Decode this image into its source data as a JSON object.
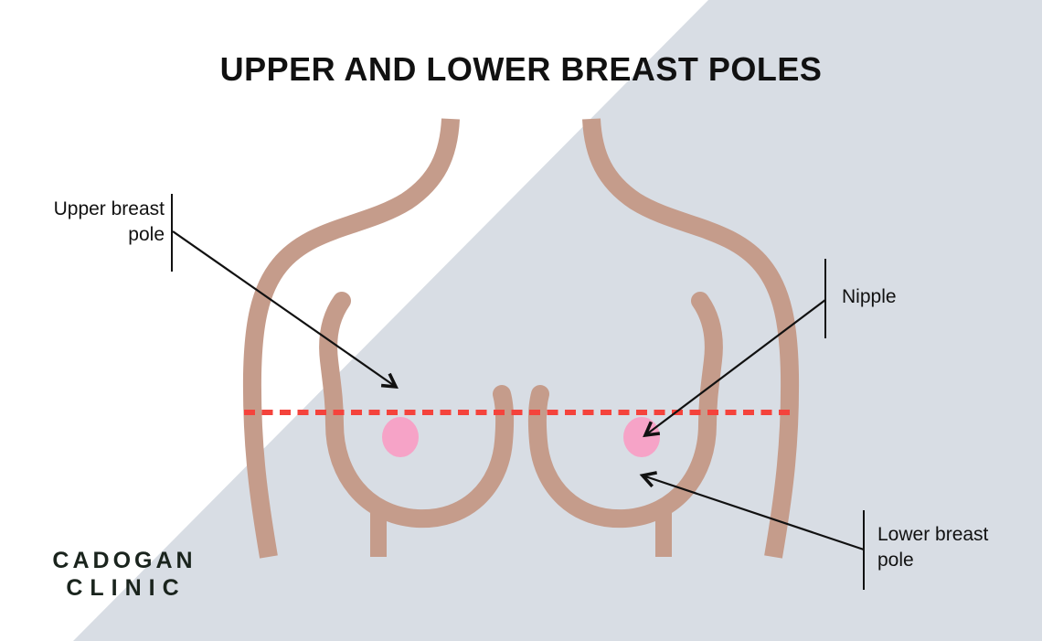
{
  "title": "UPPER AND LOWER BREAST POLES",
  "annotations": {
    "upper_pole": {
      "line1": "Upper breast",
      "line2": "pole"
    },
    "nipple": {
      "line1": "Nipple"
    },
    "lower_pole": {
      "line1": "Lower breast",
      "line2": "pole"
    }
  },
  "logo": {
    "line1": "CADOGAN",
    "line2": "CLINIC"
  },
  "colors": {
    "background_white": "#ffffff",
    "background_panel": "#d8dde4",
    "skin_outline": "#c59c8b",
    "nipple_pink": "#f6a3c7",
    "pole_line_red": "#f4433c",
    "text_dark": "#111111",
    "logo_green": "#1a241d"
  }
}
